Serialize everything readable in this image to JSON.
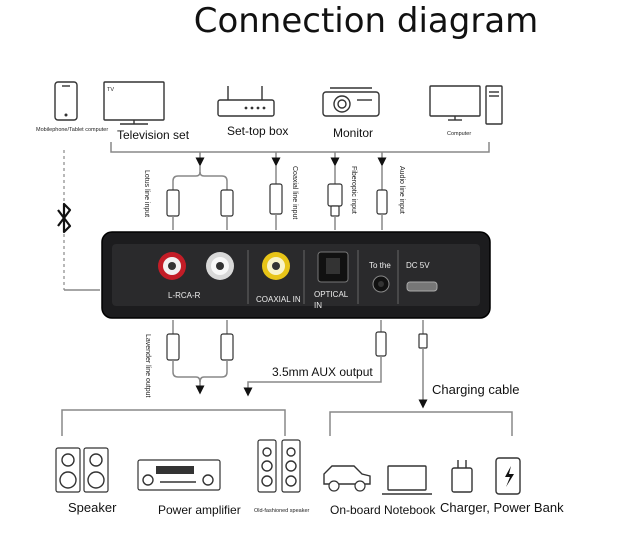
{
  "title": "Connection diagram",
  "sources": {
    "phone": "Mobilephone/Tablet computer",
    "tv_screen": "TV",
    "television": "Television set",
    "settop": "Set-top box",
    "monitor": "Monitor",
    "computer": "Computer"
  },
  "inputs": {
    "lotus": "Lotus line input",
    "coaxial": "Coaxial line input",
    "fiber": "Fiberoptic input",
    "audio": "Audio line input"
  },
  "ports": {
    "rca": "L-RCA-R",
    "coaxial": "COAXIAL IN",
    "optical_1": "OPTICAL",
    "optical_2": "IN",
    "to_the": "To the",
    "dc": "DC 5V"
  },
  "outputs": {
    "lavender": "Lavender line output",
    "aux": "3.5mm AUX output",
    "charging": "Charging cable"
  },
  "receivers": {
    "speaker": "Speaker",
    "amplifier": "Power amplifier",
    "old_speaker": "Old-fashioned speaker",
    "onboard": "On-board",
    "notebook": "Notebook",
    "charger": "Charger, Power Bank"
  },
  "icons": [
    "bluetooth-icon",
    "phone-icon",
    "tv-icon",
    "router-icon",
    "projector-icon",
    "computer-icon",
    "speaker-icon",
    "amplifier-icon",
    "car-icon",
    "laptop-icon",
    "charger-icon",
    "power-bank-icon"
  ]
}
